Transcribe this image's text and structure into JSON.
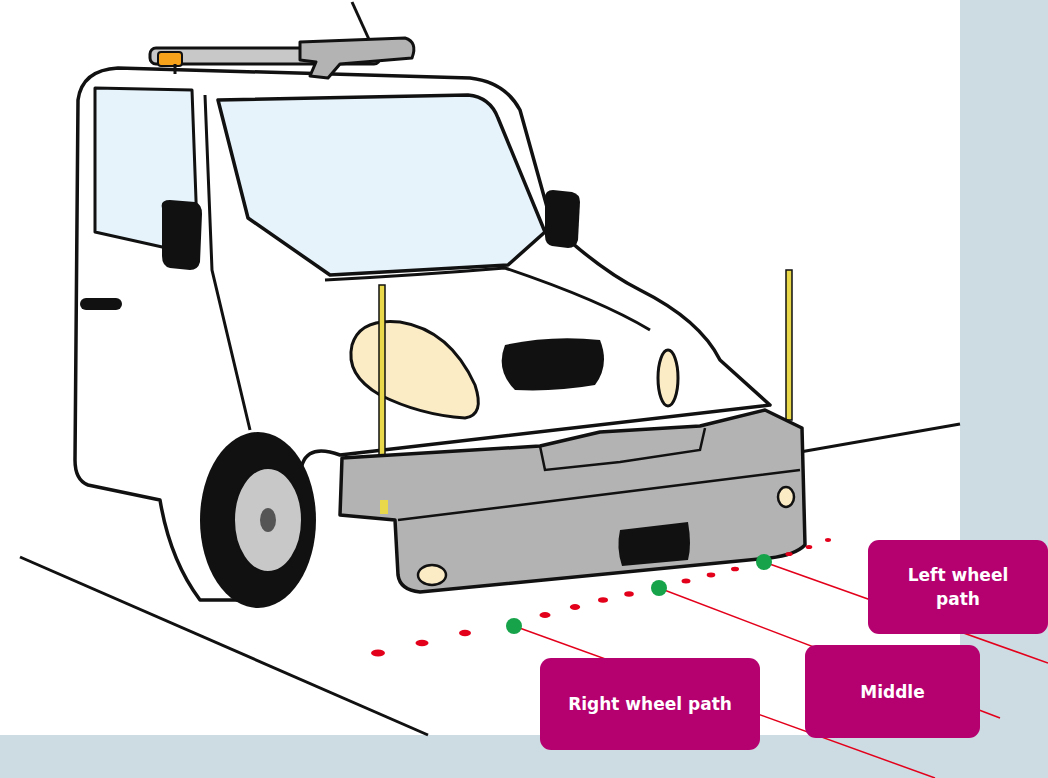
{
  "diagram": {
    "nodes": [
      {
        "text": [
          "Left wheel path"
        ]
      },
      {
        "text": [
          "Middle"
        ]
      },
      {
        "text": [
          "Right wheel path"
        ]
      }
    ]
  }
}
